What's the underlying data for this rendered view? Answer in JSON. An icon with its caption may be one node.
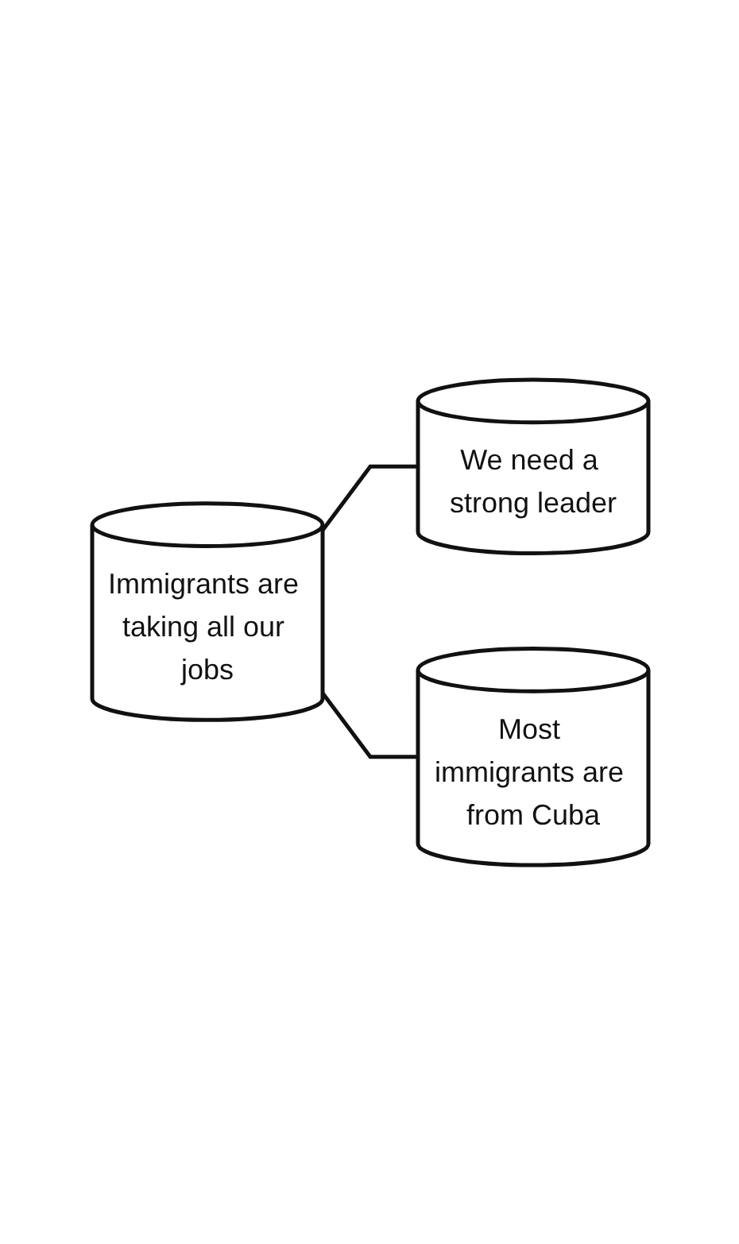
{
  "diagram": {
    "nodes": [
      {
        "text": [
          "We need a strong leader"
        ]
      },
      {
        "text": [
          "Immigrants are taking all our jobs"
        ]
      },
      {
        "text": [
          "Most immigrants are from Cuba"
        ]
      }
    ],
    "edges": [
      {
        "from": 1,
        "to": 0,
        "arrow": "none"
      },
      {
        "from": 1,
        "to": 2,
        "arrow": "none"
      }
    ]
  }
}
